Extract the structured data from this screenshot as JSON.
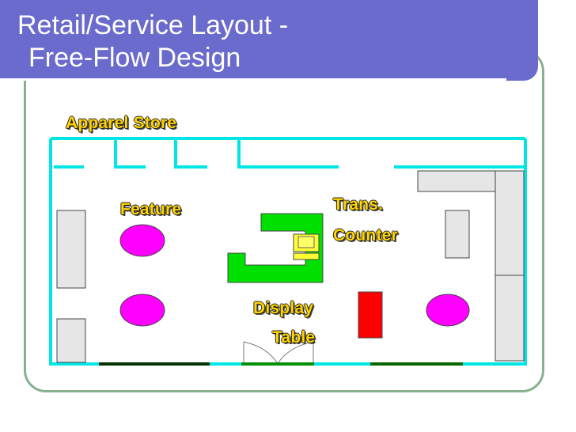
{
  "slide": {
    "title_line1": "Retail/Service Layout -",
    "title_line2": "Free-Flow Design"
  },
  "labels": {
    "store": "Apparel Store",
    "feature": "Feature",
    "trans_line1": "Trans.",
    "trans_line2": "Counter",
    "display_line1": "Display",
    "display_line2": "Table"
  },
  "colors": {
    "banner": "#6b6bce",
    "frame": "#87b08d",
    "walls": "#00e5e5",
    "label_text": "#ffd400",
    "fixture_gray": "#e6e6e6",
    "feature_circle": "#ff00ff",
    "counter_green": "#00e000",
    "display_table_red": "#ff0000",
    "entrance_green": "#009000"
  }
}
